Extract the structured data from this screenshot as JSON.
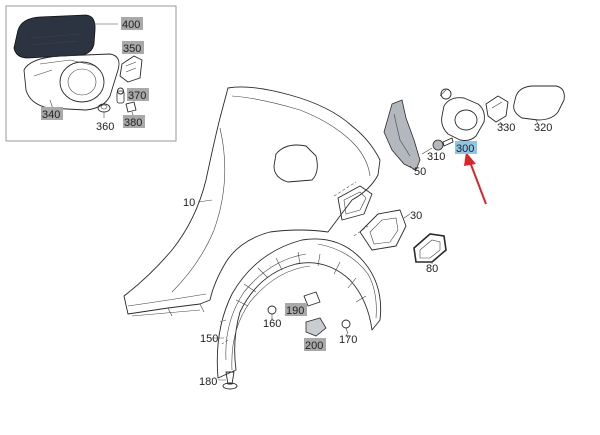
{
  "inset": {
    "labels": [
      {
        "id": "400",
        "text": "400",
        "highlight": "grey"
      },
      {
        "id": "350",
        "text": "350",
        "highlight": "grey"
      },
      {
        "id": "370",
        "text": "370",
        "highlight": "grey"
      },
      {
        "id": "340",
        "text": "340",
        "highlight": "grey"
      },
      {
        "id": "360",
        "text": "360",
        "highlight": "none"
      },
      {
        "id": "380",
        "text": "380",
        "highlight": "grey"
      }
    ]
  },
  "main": {
    "labels": [
      {
        "id": "10",
        "text": "10",
        "highlight": "none"
      },
      {
        "id": "50",
        "text": "50",
        "highlight": "none"
      },
      {
        "id": "310",
        "text": "310",
        "highlight": "none"
      },
      {
        "id": "300",
        "text": "300",
        "highlight": "blue"
      },
      {
        "id": "330",
        "text": "330",
        "highlight": "none"
      },
      {
        "id": "320",
        "text": "320",
        "highlight": "none"
      },
      {
        "id": "30",
        "text": "30",
        "highlight": "none"
      },
      {
        "id": "80",
        "text": "80",
        "highlight": "none"
      },
      {
        "id": "190",
        "text": "190",
        "highlight": "grey"
      },
      {
        "id": "160",
        "text": "160",
        "highlight": "none"
      },
      {
        "id": "200",
        "text": "200",
        "highlight": "grey"
      },
      {
        "id": "170",
        "text": "170",
        "highlight": "none"
      },
      {
        "id": "150",
        "text": "150",
        "highlight": "none"
      },
      {
        "id": "180",
        "text": "180",
        "highlight": "none"
      }
    ]
  },
  "colors": {
    "grey_highlight": "#a9a9a9",
    "blue_highlight": "#8fc6e8",
    "arrow": "#d9262b",
    "inset_border": "#9a9a9a",
    "dark_part": "#2b3440"
  }
}
